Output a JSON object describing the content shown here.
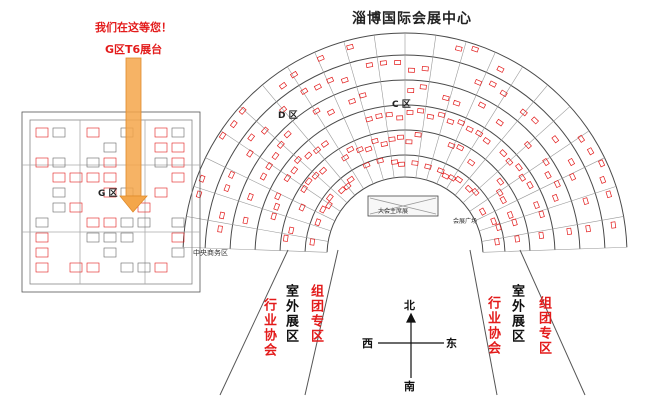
{
  "title": "淄博国际会展中心",
  "callout": {
    "line1": "我们在这等您！",
    "line2": "G区T6展台"
  },
  "zones": {
    "g": "G 区",
    "c": "C 区",
    "d": "D 区",
    "central": "中央商务区"
  },
  "left_outdoor": {
    "col_red": "组团专区",
    "col_dark": "室外展区",
    "col_red2": "行业协会"
  },
  "right_outdoor": {
    "col_red": "组团专区",
    "col_dark": "室外展区",
    "col_red2": "行业协会"
  },
  "compass": {
    "north": "北",
    "south": "南",
    "east": "东",
    "west": "西"
  },
  "small_labels": {
    "plaza": "大会主席展",
    "square": "会展广场"
  },
  "colors": {
    "booth_red": "#e31b1b",
    "line": "#4a4a4a",
    "highlight": "#f4a64a",
    "callout": "#e31b1b"
  }
}
